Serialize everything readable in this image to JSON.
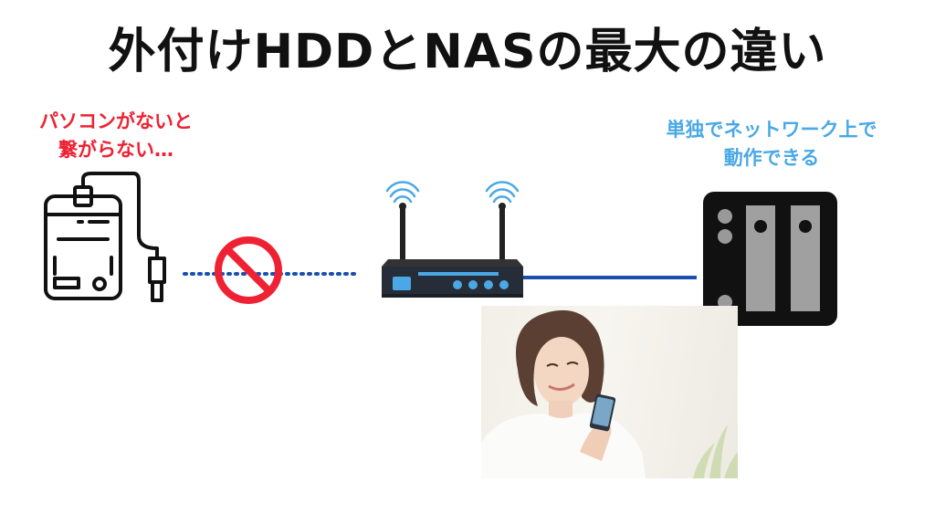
{
  "title": "外付けHDDとNASの最大の違い",
  "left_note": {
    "line1": "パソコンがないと",
    "line2": "繋がらない…"
  },
  "right_note": {
    "line1": "単独でネットワーク上で",
    "line2": "動作できる"
  },
  "icons": {
    "external_hdd": "external-hdd-icon",
    "prohibited": "prohibited-icon",
    "router": "wifi-router-icon",
    "nas": "nas-icon",
    "photo": "woman-using-smartphone-photo"
  },
  "colors": {
    "title": "#111111",
    "left_note": "#ee2233",
    "right_note": "#4aa8e6",
    "dotted_link": "#1a4fb0",
    "solid_link": "#1a4fb0",
    "prohibited": "#ee2233",
    "router_accent": "#4aa8e6"
  }
}
